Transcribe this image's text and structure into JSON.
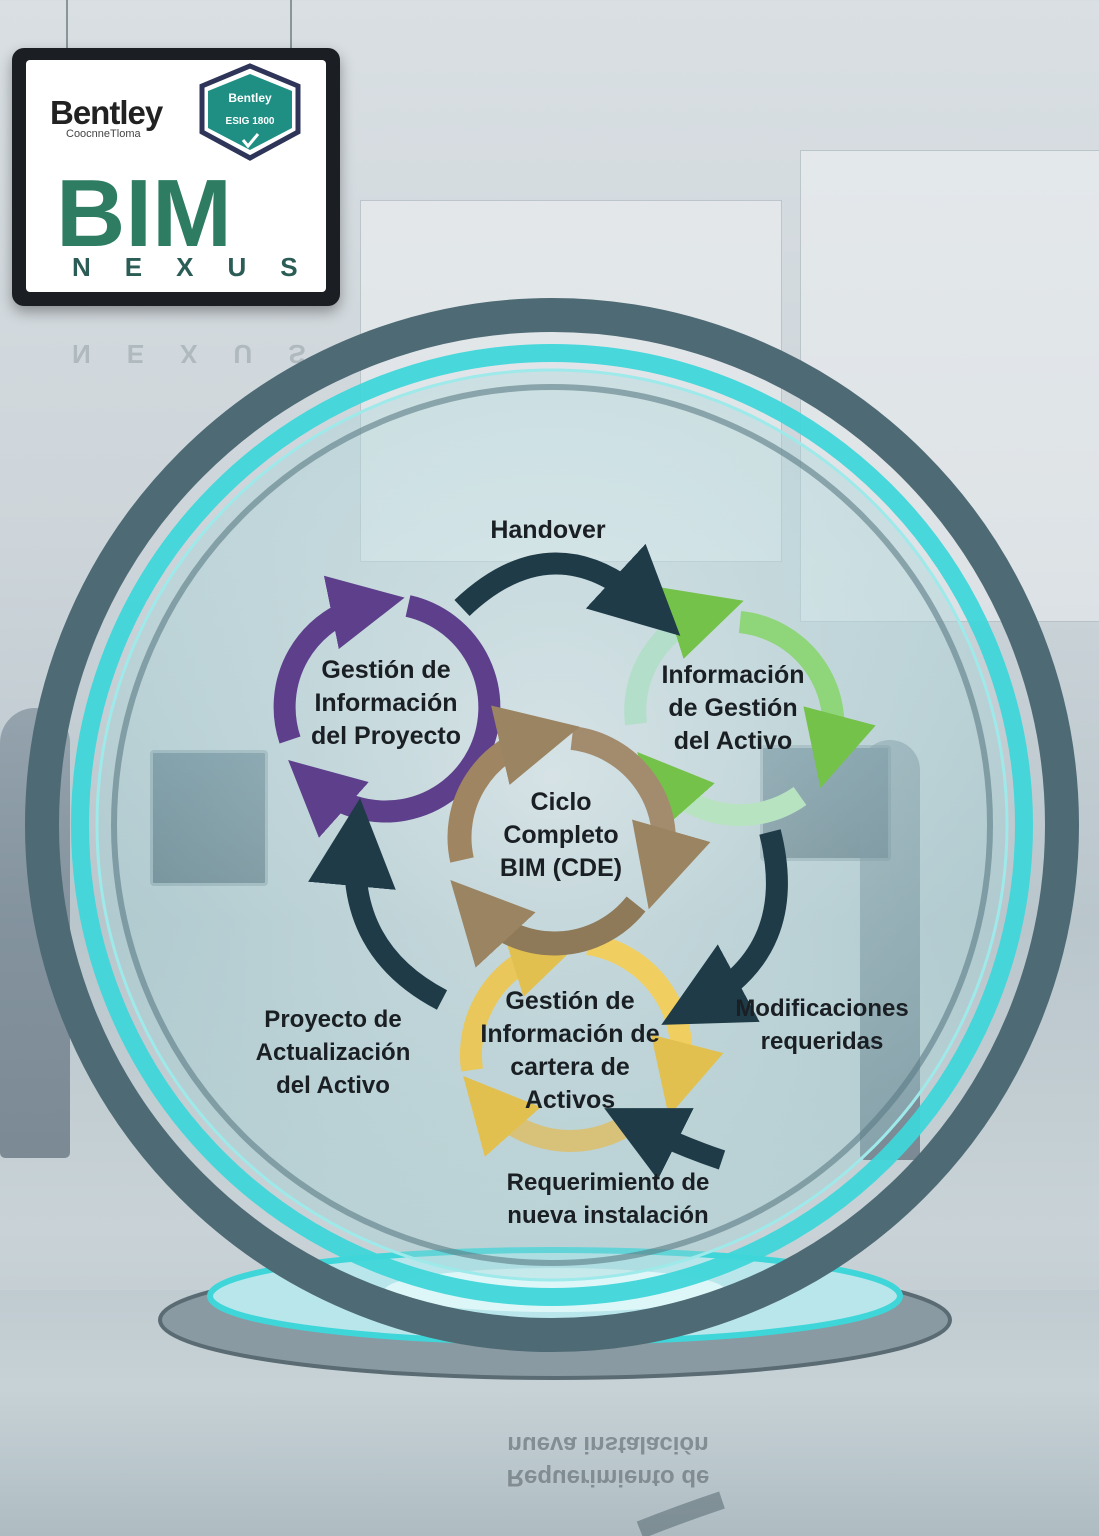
{
  "logo": {
    "brand": "Bentley",
    "brand_sub": "CoocnneTloma",
    "badge_top": "Bentley",
    "badge_code": "ESIG 1800",
    "product": "BIM",
    "product_sub": "NEXUS"
  },
  "diagram": {
    "center": [
      "Ciclo",
      "Completo",
      "BIM (CDE)"
    ],
    "nodes": {
      "project": [
        "Gestión de",
        "Información",
        "del Proyecto"
      ],
      "asset": [
        "Información",
        "de Gestión",
        "del Activo"
      ],
      "portfolio": [
        "Gestión de",
        "Información de",
        "cartera de",
        "Activos"
      ]
    },
    "transitions": {
      "handover": "Handover",
      "modifications": [
        "Modificaciones",
        "requeridas"
      ],
      "update": [
        "Proyecto de",
        "Actualización",
        "del Activo"
      ],
      "new_facility": [
        "Requerimiento de",
        "nueva instalación"
      ]
    },
    "colors": {
      "project": "#5e3f8c",
      "asset": "#74c24a",
      "portfolio": "#e2c04f",
      "center": "#9b8462",
      "transition": "#1f3b48",
      "ring": "#3fd6d9"
    }
  }
}
